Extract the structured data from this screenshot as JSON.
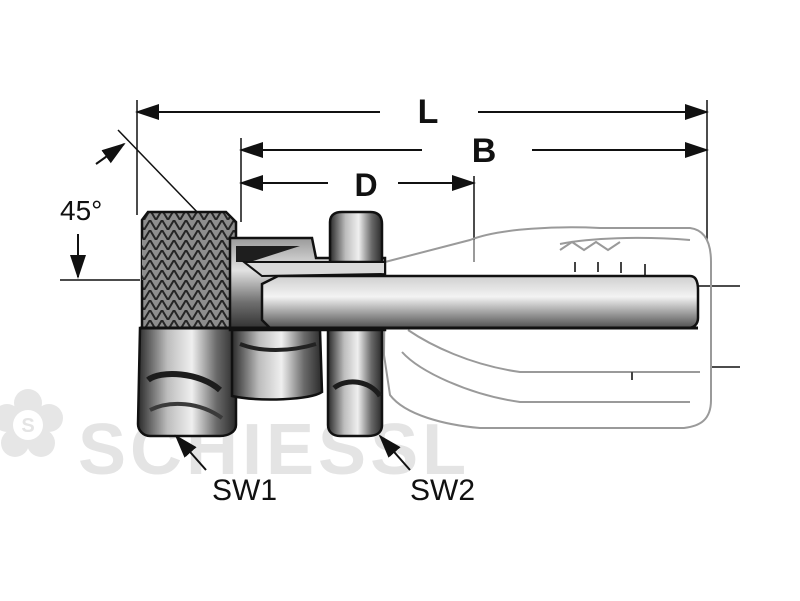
{
  "dimensions": {
    "L": "L",
    "B": "B",
    "D": "D",
    "angle": "45°"
  },
  "callouts": {
    "sw1": "SW1",
    "sw2": "SW2"
  },
  "watermark": {
    "text": "SCHIESSL",
    "logo": "schiessl-flower-logo"
  },
  "colors": {
    "ink": "#111111",
    "metal_dark": "#3a3a3a",
    "metal_mid": "#8a8a8a",
    "metal_light": "#d9d9d9",
    "ferrule_outline": "#9a9a9a",
    "watermark": "#e4e4e4"
  }
}
